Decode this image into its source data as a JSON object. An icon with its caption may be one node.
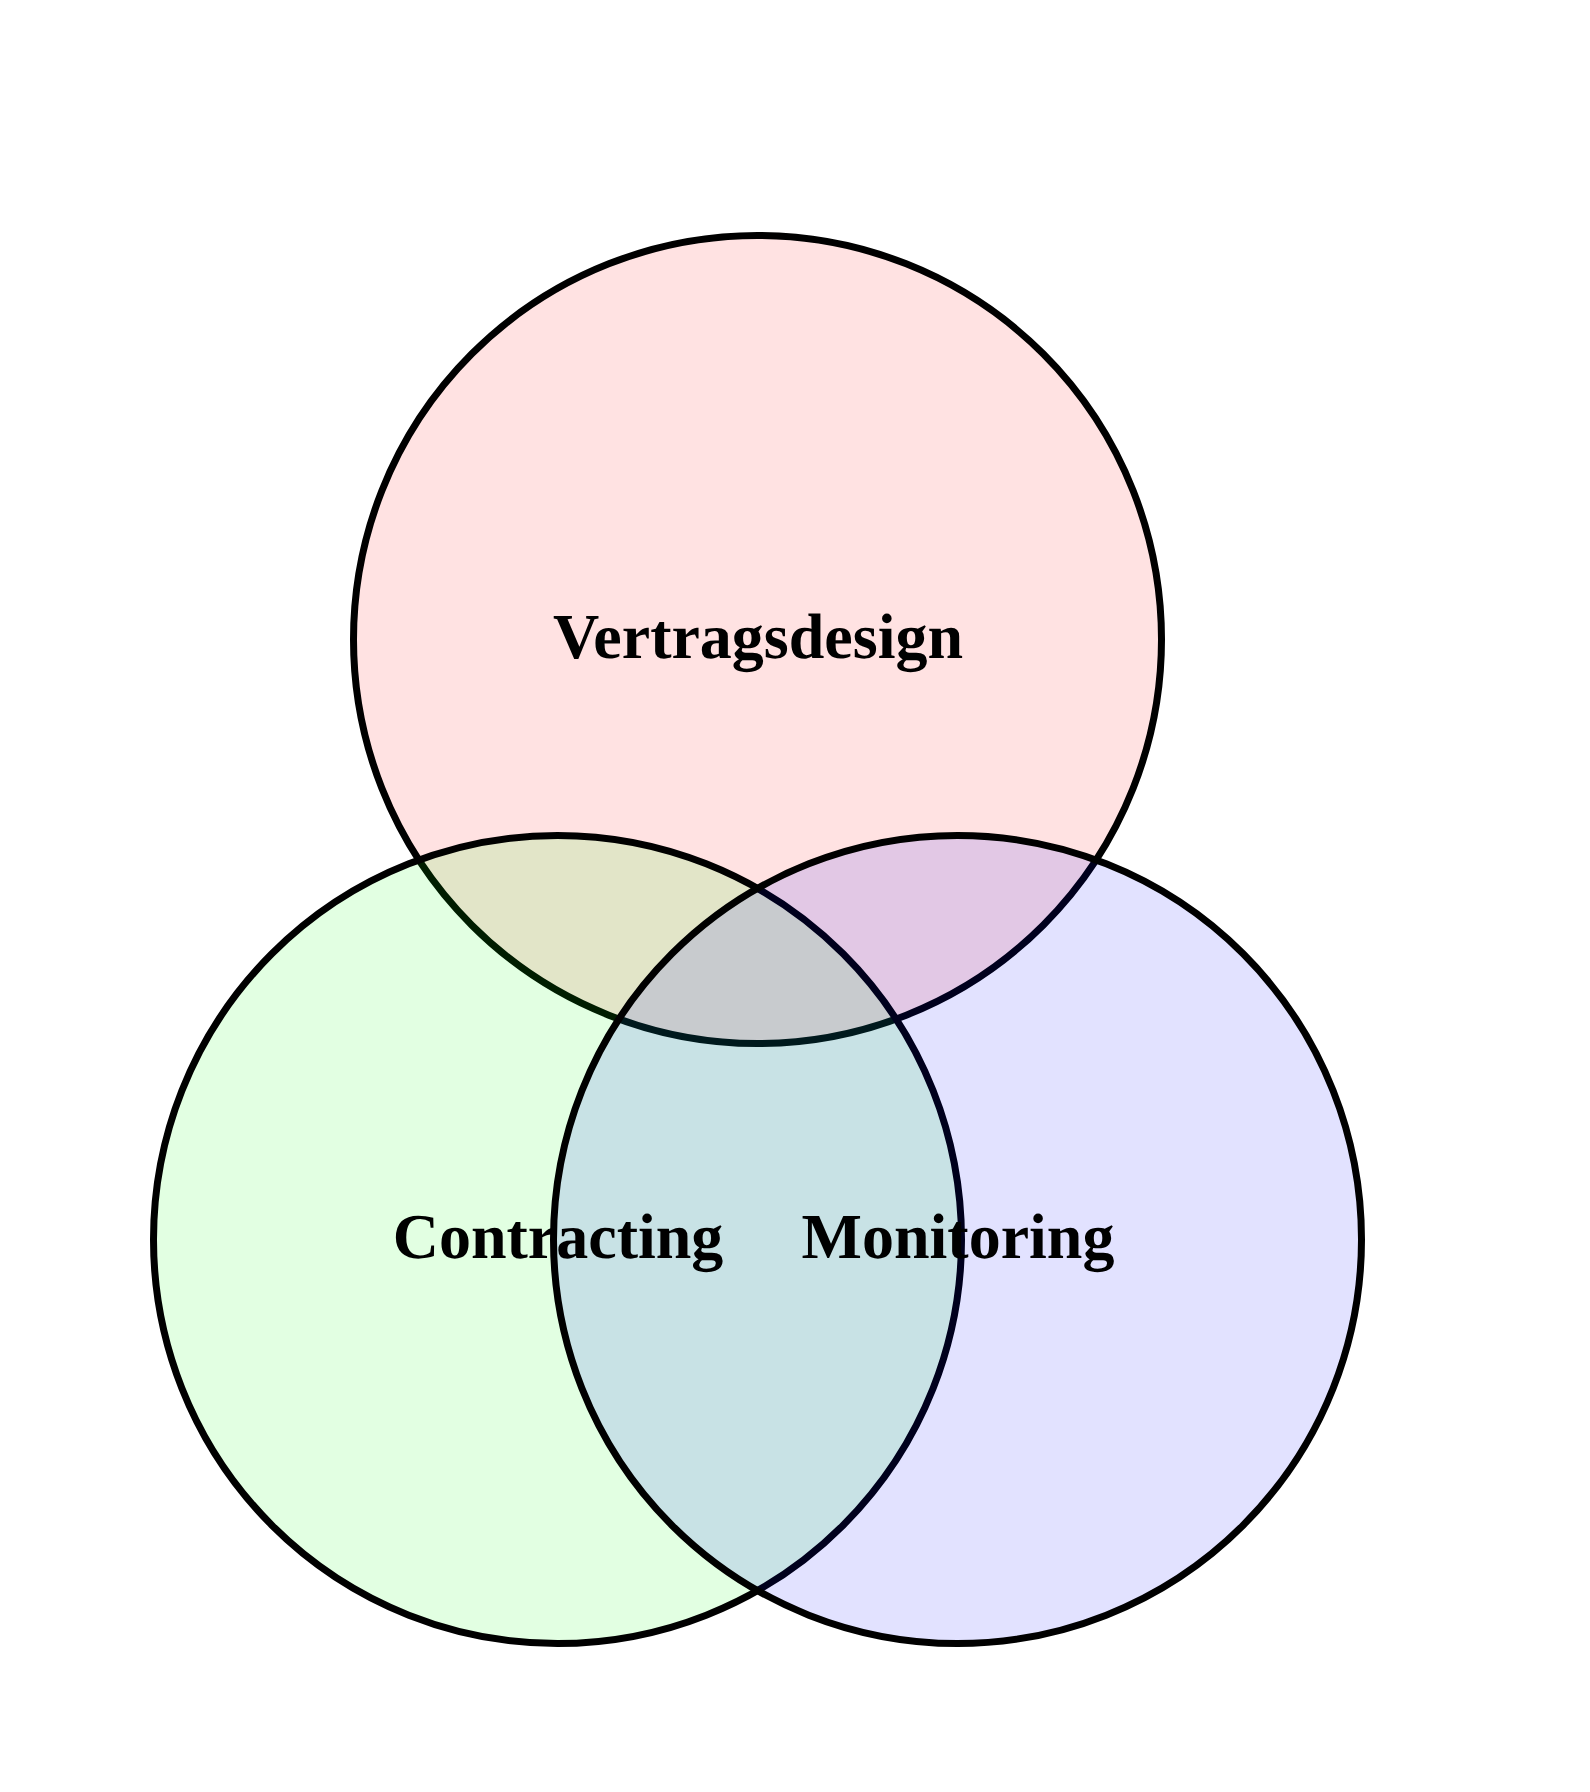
{
  "diagram": {
    "nodes": [
      {
        "text": [
          "Vertragsdesign"
        ]
      },
      {
        "text": [
          "Contracting"
        ]
      },
      {
        "text": [
          "Monitoring"
        ]
      }
    ]
  }
}
